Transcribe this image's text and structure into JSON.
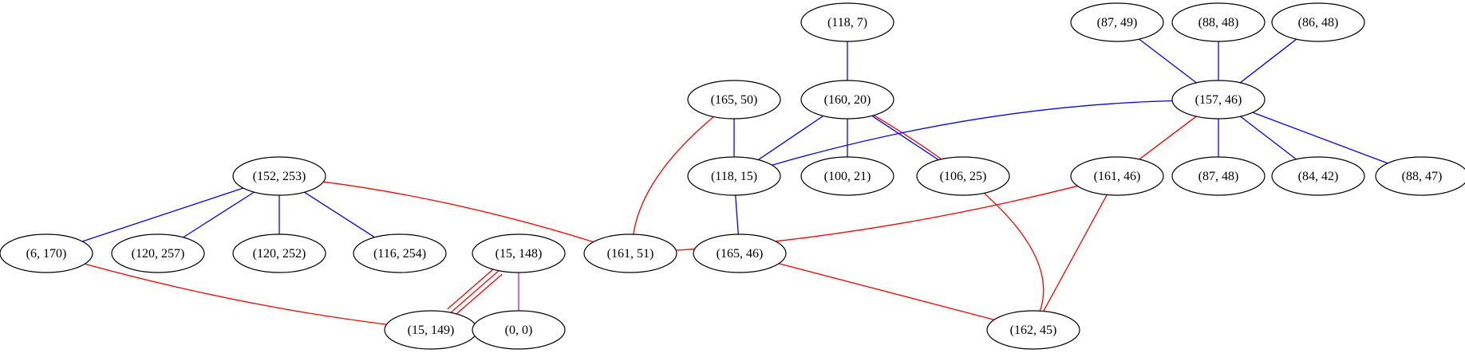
{
  "colors": {
    "blue": "#0000ff",
    "red": "#ff0000",
    "purple": "#a020f0",
    "node_stroke": "#000000",
    "background": "#ffffff"
  },
  "nodes": [
    {
      "id": "n_118_7",
      "label": "(118, 7)"
    },
    {
      "id": "n_87_49",
      "label": "(87, 49)"
    },
    {
      "id": "n_88_48",
      "label": "(88, 48)"
    },
    {
      "id": "n_86_48",
      "label": "(86, 48)"
    },
    {
      "id": "n_165_50",
      "label": "(165, 50)"
    },
    {
      "id": "n_160_20",
      "label": "(160, 20)"
    },
    {
      "id": "n_157_46",
      "label": "(157, 46)"
    },
    {
      "id": "n_152_253",
      "label": "(152, 253)"
    },
    {
      "id": "n_118_15",
      "label": "(118, 15)"
    },
    {
      "id": "n_100_21",
      "label": "(100, 21)"
    },
    {
      "id": "n_106_25",
      "label": "(106, 25)"
    },
    {
      "id": "n_161_46",
      "label": "(161, 46)"
    },
    {
      "id": "n_87_48",
      "label": "(87, 48)"
    },
    {
      "id": "n_84_42",
      "label": "(84, 42)"
    },
    {
      "id": "n_88_47",
      "label": "(88, 47)"
    },
    {
      "id": "n_6_170",
      "label": "(6, 170)"
    },
    {
      "id": "n_120_257",
      "label": "(120, 257)"
    },
    {
      "id": "n_120_252",
      "label": "(120, 252)"
    },
    {
      "id": "n_116_254",
      "label": "(116, 254)"
    },
    {
      "id": "n_15_148",
      "label": "(15, 148)"
    },
    {
      "id": "n_161_51",
      "label": "(161, 51)"
    },
    {
      "id": "n_165_46",
      "label": "(165, 46)"
    },
    {
      "id": "n_15_149",
      "label": "(15, 149)"
    },
    {
      "id": "n_0_0",
      "label": "(0, 0)"
    },
    {
      "id": "n_162_45",
      "label": "(162, 45)"
    }
  ],
  "edges": [
    {
      "from": "n_118_7",
      "to": "n_160_20",
      "color": "blue"
    },
    {
      "from": "n_87_49",
      "to": "n_157_46",
      "color": "blue"
    },
    {
      "from": "n_88_48",
      "to": "n_157_46",
      "color": "blue"
    },
    {
      "from": "n_86_48",
      "to": "n_157_46",
      "color": "blue"
    },
    {
      "from": "n_165_50",
      "to": "n_118_15",
      "color": "blue"
    },
    {
      "from": "n_165_50",
      "to": "n_161_51",
      "color": "red"
    },
    {
      "from": "n_160_20",
      "to": "n_118_15",
      "color": "blue"
    },
    {
      "from": "n_160_20",
      "to": "n_100_21",
      "color": "blue"
    },
    {
      "from": "n_160_20",
      "to": "n_106_25",
      "color": "blue"
    },
    {
      "from": "n_160_20",
      "to": "n_162_45",
      "color": "red"
    },
    {
      "from": "n_157_46",
      "to": "n_118_15",
      "color": "blue"
    },
    {
      "from": "n_157_46",
      "to": "n_161_46",
      "color": "red"
    },
    {
      "from": "n_157_46",
      "to": "n_87_48",
      "color": "blue"
    },
    {
      "from": "n_157_46",
      "to": "n_84_42",
      "color": "blue"
    },
    {
      "from": "n_157_46",
      "to": "n_88_47",
      "color": "blue"
    },
    {
      "from": "n_152_253",
      "to": "n_6_170",
      "color": "blue"
    },
    {
      "from": "n_152_253",
      "to": "n_120_257",
      "color": "blue"
    },
    {
      "from": "n_152_253",
      "to": "n_120_252",
      "color": "blue"
    },
    {
      "from": "n_152_253",
      "to": "n_116_254",
      "color": "blue"
    },
    {
      "from": "n_152_253",
      "to": "n_161_51",
      "color": "red"
    },
    {
      "from": "n_118_15",
      "to": "n_165_46",
      "color": "blue"
    },
    {
      "from": "n_161_46",
      "to": "n_161_51",
      "color": "red"
    },
    {
      "from": "n_161_46",
      "to": "n_162_45",
      "color": "red"
    },
    {
      "from": "n_6_170",
      "to": "n_15_149",
      "color": "red"
    },
    {
      "from": "n_15_148",
      "to": "n_15_149",
      "color": "red",
      "multiplicity": 3
    },
    {
      "from": "n_15_148",
      "to": "n_0_0",
      "color": "purple"
    },
    {
      "from": "n_165_46",
      "to": "n_162_45",
      "color": "red"
    }
  ]
}
